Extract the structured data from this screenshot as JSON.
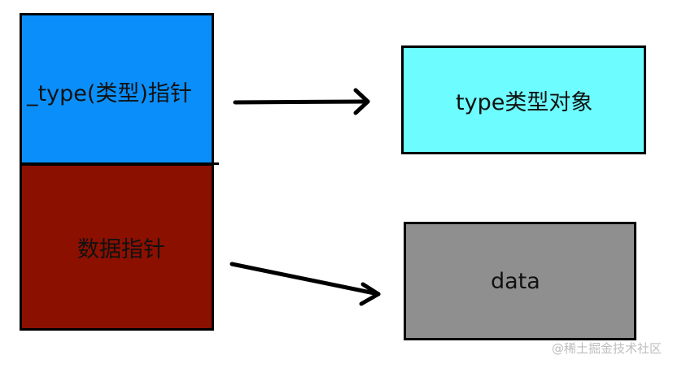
{
  "diagram": {
    "type_pointer_label": "_type(类型)指针",
    "data_pointer_label": "数据指针",
    "type_object_label": "type类型对象",
    "data_label": "data"
  },
  "watermark": "@稀土掘金技术社区",
  "colors": {
    "type_pointer_fill": "#0a8ffa",
    "data_pointer_fill": "#8b1000",
    "type_object_fill": "#6dfcff",
    "data_fill": "#8f8f8f",
    "stroke": "#000000"
  }
}
